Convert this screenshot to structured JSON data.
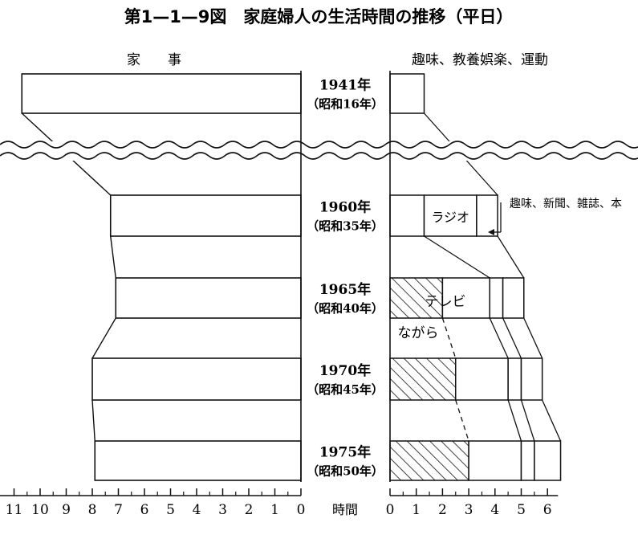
{
  "chart_data": {
    "type": "bar",
    "title": "第1—1—9図　家庭婦人の生活時間の推移（平日）",
    "left_panel_title": "家　　事",
    "right_panel_title": "趣味、教養娯楽、運動",
    "axis_unit": "時間",
    "left_axis_ticks": [
      "11",
      "10",
      "9",
      "8",
      "7",
      "6",
      "5",
      "4",
      "3",
      "2",
      "1",
      "0"
    ],
    "right_axis_ticks": [
      "0",
      "1",
      "2",
      "3",
      "4",
      "5",
      "6"
    ],
    "years": [
      {
        "year": "1941年",
        "era": "（昭和16年）"
      },
      {
        "year": "1960年",
        "era": "（昭和35年）"
      },
      {
        "year": "1965年",
        "era": "（昭和40年）"
      },
      {
        "year": "1970年",
        "era": "（昭和45年）"
      },
      {
        "year": "1975年",
        "era": "（昭和50年）"
      }
    ],
    "housework_hours": [
      10.7,
      7.3,
      7.1,
      8.0,
      7.9
    ],
    "leisure_segments": [
      [
        {
          "type": "plain",
          "hours": 1.3
        }
      ],
      [
        {
          "type": "plain",
          "hours": 1.3
        },
        {
          "type": "radio",
          "hours": 2.0
        },
        {
          "type": "plain",
          "hours": 0.8
        }
      ],
      [
        {
          "type": "hatch",
          "hours": 2.0
        },
        {
          "type": "plain",
          "hours": 1.8
        },
        {
          "type": "plain",
          "hours": 0.5
        },
        {
          "type": "plain",
          "hours": 0.8
        }
      ],
      [
        {
          "type": "hatch",
          "hours": 2.5
        },
        {
          "type": "plain",
          "hours": 2.0
        },
        {
          "type": "plain",
          "hours": 0.5
        },
        {
          "type": "plain",
          "hours": 0.8
        }
      ],
      [
        {
          "type": "hatch",
          "hours": 3.0
        },
        {
          "type": "plain",
          "hours": 2.0
        },
        {
          "type": "plain",
          "hours": 0.5
        },
        {
          "type": "plain",
          "hours": 1.0
        }
      ]
    ],
    "annotations": {
      "radio": "ラジオ",
      "tv": "テレビ",
      "nagara": "ながら",
      "hobby": "趣味、新聞、雑誌、本"
    },
    "hatch_meaning": "テレビ（ながら）"
  }
}
